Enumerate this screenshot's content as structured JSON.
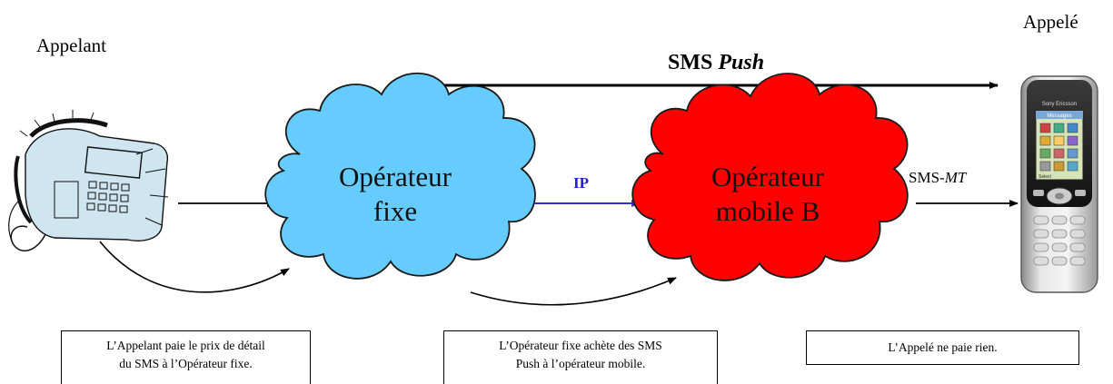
{
  "labels": {
    "appelant": "Appelant",
    "appele": "Appelé",
    "sms_push_prefix": "SMS ",
    "sms_push_em": "Push",
    "ip": "IP",
    "smsmt_prefix": "SMS-",
    "smsmt_em": "MT"
  },
  "clouds": {
    "fixe": {
      "line1": "Opérateur",
      "line2": "fixe",
      "color": "#66ccff"
    },
    "mobile": {
      "line1": "Opérateur",
      "line2": "mobile B",
      "color": "#ff0000"
    }
  },
  "notes": {
    "n1": {
      "line1": "L’Appelant paie le prix de détail",
      "line2": "du SMS à l’Opérateur fixe."
    },
    "n2": {
      "line1": "L’Opérateur fixe achète des SMS",
      "line2": "Push à l’opérateur mobile."
    },
    "n3": {
      "line1": "L’Appelé ne paie rien."
    }
  },
  "phone": {
    "brand": "Sony Ericsson",
    "screen_title": "Messages",
    "softkey": "Select"
  }
}
